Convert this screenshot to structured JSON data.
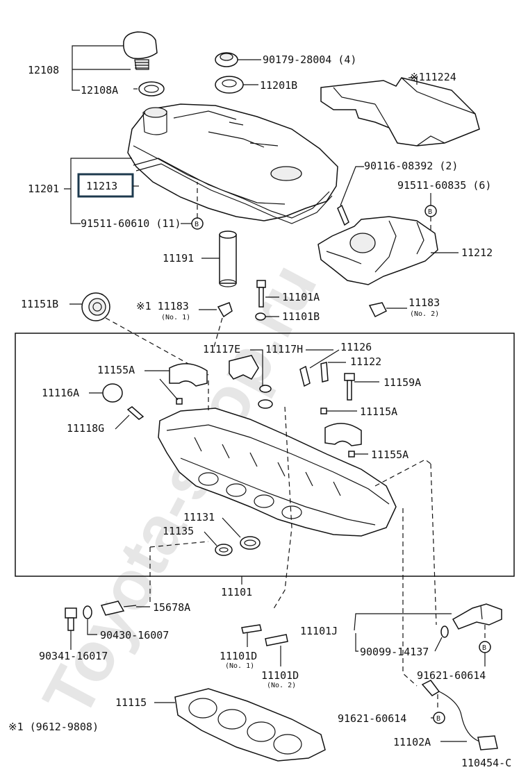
{
  "diagram_id": "110454-C",
  "watermark": "Toyota-shop.ru",
  "footnote": "※1 (9612-9808)",
  "parts": {
    "p12108": "12108",
    "p12108A": "12108A",
    "p90179": "90179-28004 (4)",
    "p11201B": "11201B",
    "p111224": "※111224",
    "p11201": "11201",
    "p11213": "11213",
    "p91511_60610": "91511-60610 (11)",
    "p90116": "90116-08392 (2)",
    "p91511_60835": "91511-60835 (6)",
    "p11212": "11212",
    "p11191": "11191",
    "p11151B": "11151B",
    "p11183a": "※1 11183",
    "p11183a_sub": "(No. 1)",
    "p11101A": "11101A",
    "p11101B": "11101B",
    "p11183b": "11183",
    "p11183b_sub": "(No. 2)",
    "p11117E": "11117E",
    "p11117H": "11117H",
    "p11126": "11126",
    "p11122": "11122",
    "p11155A_top": "11155A",
    "p11159A": "11159A",
    "p11116A": "11116A",
    "p11115A": "11115A",
    "p11118G": "11118G",
    "p11155A_bot": "11155A",
    "p11131": "11131",
    "p11135": "11135",
    "p11101": "11101",
    "p15678A": "15678A",
    "p90430": "90430-16007",
    "p90341": "90341-16017",
    "p11101J": "11101J",
    "p90099": "90099-14137",
    "p11101D1": "11101D",
    "p11101D1_sub": "(No. 1)",
    "p11101D2": "11101D",
    "p11101D2_sub": "(No. 2)",
    "p91621a": "91621-60614",
    "p11115": "11115",
    "p91621b": "91621-60614",
    "p11102A": "11102A"
  },
  "marker_letter": "B"
}
